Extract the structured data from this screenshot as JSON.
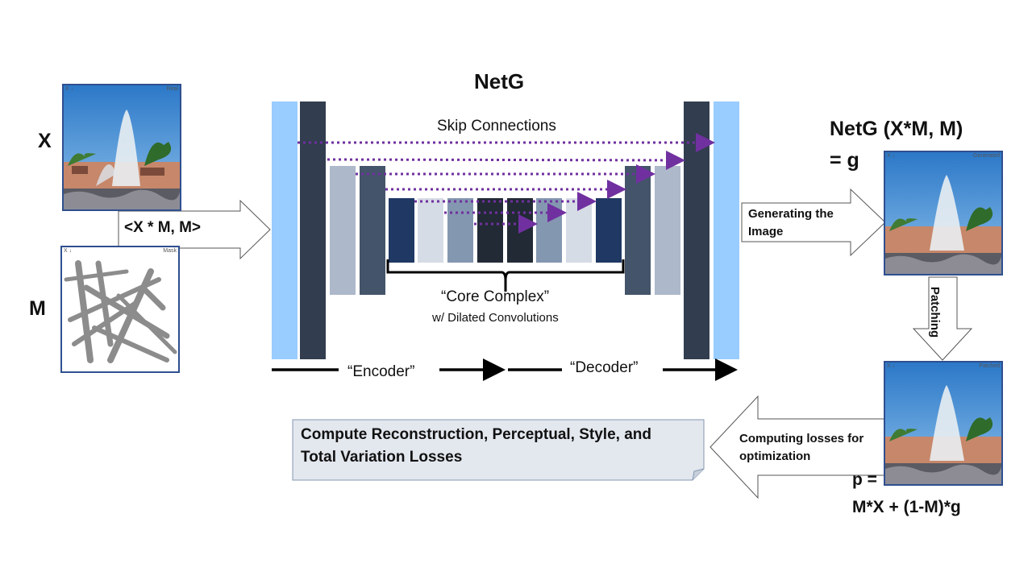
{
  "title": "NetG",
  "inputs": {
    "x_label": "X",
    "m_label": "M",
    "x_tag_left": "X ↓",
    "x_tag_right": "Real",
    "m_tag_left": "X ↓",
    "m_tag_right": "Mask",
    "input_arrow_label": "<X * M, M>"
  },
  "network": {
    "skip_connections_label": "Skip Connections",
    "core_label": "“Core Complex”",
    "core_sublabel": "w/ Dilated Convolutions",
    "encoder_label": "“Encoder”",
    "decoder_label": "“Decoder”",
    "colors": {
      "light_blue": "#99ccff",
      "dark_slate": "#323d4f",
      "gray_blue": "#adb8ca",
      "slate": "#44546a",
      "navy": "#1f3864",
      "pale": "#d6dce5",
      "mid_gray_blue": "#8497b0",
      "near_black": "#222a35",
      "skip_arrow": "#7030a0"
    }
  },
  "output": {
    "generating_label_line1": "Generating the",
    "generating_label_line2": "Image",
    "netg_output_line1": "NetG (X*M, M)",
    "netg_output_line2": "= g",
    "generated_tag_left": "X ↓",
    "generated_tag_right": "Generated",
    "patching_label": "Patching",
    "patched_tag_left": "X ↓",
    "patched_tag_right": "Patched",
    "p_line1": "p =",
    "p_line2": "M*X + (1-M)*g"
  },
  "losses": {
    "arrow_label_line1": "Computing losses for",
    "arrow_label_line2": "optimization",
    "note_line1": "Compute Reconstruction, Perceptual, Style, and",
    "note_line2": "Total Variation Losses"
  }
}
